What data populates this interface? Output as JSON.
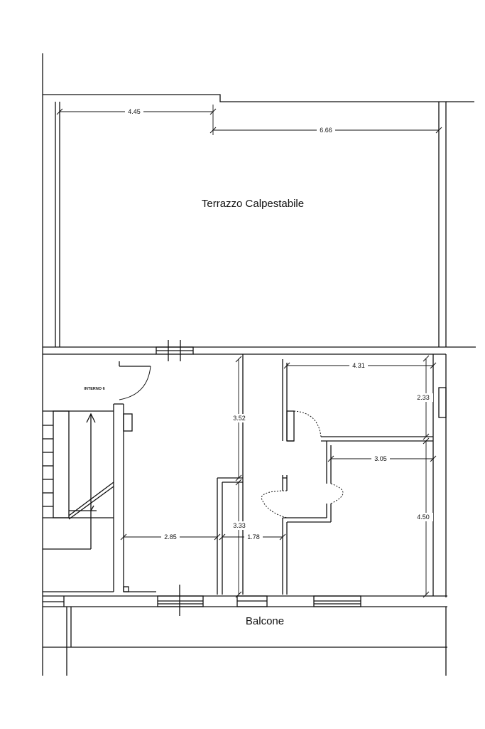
{
  "rooms": {
    "terrace": "Terrazzo Calpestabile",
    "balcony": "Balcone",
    "unit": "INTERNO 6"
  },
  "dimensions": {
    "d1": "4.45",
    "d2": "6.66",
    "d3": "4.31",
    "d4": "2.33",
    "d5": "3.52",
    "d6": "3.05",
    "d7": "4.50",
    "d8": "2.85",
    "d9": "3.33",
    "d10": "1.78"
  },
  "colors": {
    "line": "#111111",
    "background": "#ffffff"
  }
}
